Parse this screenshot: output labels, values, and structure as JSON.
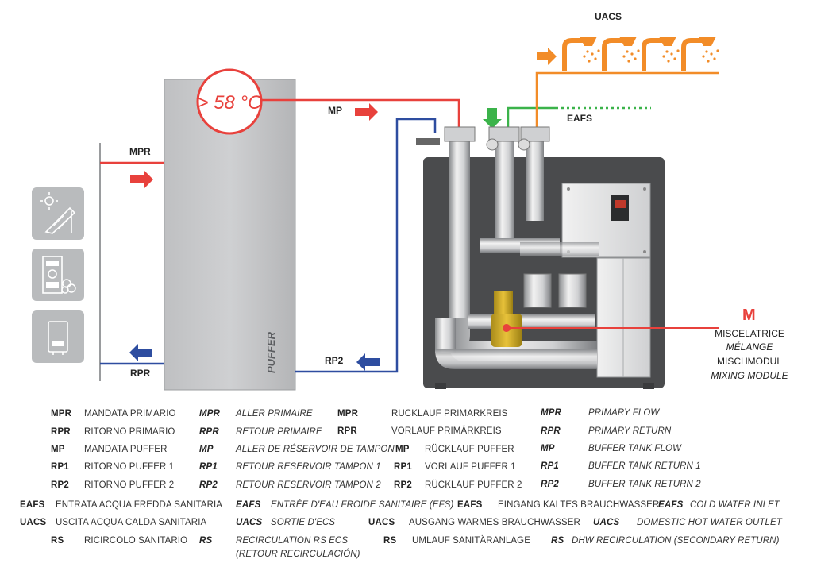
{
  "diagram": {
    "temperature": "> 58 °C",
    "tank_label": "PUFFER",
    "labels": {
      "mpr": "MPR",
      "rpr": "RPR",
      "mp": "MP",
      "rp2": "RP2",
      "eafs": "EAFS",
      "uacs": "UACS",
      "m": "M"
    },
    "module_names": [
      "MISCELATRICE",
      "MÉLANGE",
      "MISCHMODUL",
      "MIXING MODULE"
    ],
    "heat_sources": [
      "solar-panel-icon",
      "boiler-icon",
      "wall-boiler-icon"
    ],
    "colors": {
      "flow": "#e8413c",
      "return": "#2e4da0",
      "cold_water": "#3bb34a",
      "hot_water": "#f28c28",
      "module_cabinet": "#4a4b4d",
      "tank": "#c6c7c9"
    }
  },
  "legend": {
    "col_it": [
      {
        "abbr": "MPR",
        "text": "MANDATA PRIMARIO"
      },
      {
        "abbr": "RPR",
        "text": "RITORNO PRIMARIO"
      },
      {
        "abbr": "MP",
        "text": "MANDATA PUFFER"
      },
      {
        "abbr": "RP1",
        "text": "RITORNO PUFFER 1"
      },
      {
        "abbr": "RP2",
        "text": "RITORNO PUFFER 2"
      }
    ],
    "col_fr": [
      {
        "abbr": "MPR",
        "text": "ALLER PRIMAIRE"
      },
      {
        "abbr": "RPR",
        "text": "RETOUR PRIMAIRE"
      },
      {
        "abbr": "MP",
        "text": "ALLER DE RÉSERVOIR DE TAMPON"
      },
      {
        "abbr": "RP1",
        "text": "RETOUR RESERVOIR TAMPON 1"
      },
      {
        "abbr": "RP2",
        "text": "RETOUR RESERVOIR TAMPON 2"
      }
    ],
    "col_de": [
      {
        "abbr": "MPR",
        "text": "RUCKLAUF PRIMARKREIS"
      },
      {
        "abbr": "RPR",
        "text": "VORLAUF PRIMÄRKREIS"
      },
      {
        "abbr": "MP",
        "text": "RÜCKLAUF PUFFER"
      },
      {
        "abbr": "RP1",
        "text": "VORLAUF PUFFER 1"
      },
      {
        "abbr": "RP2",
        "text": "RÜCKLAUF PUFFER 2"
      }
    ],
    "col_en": [
      {
        "abbr": "MPR",
        "text": "PRIMARY FLOW"
      },
      {
        "abbr": "RPR",
        "text": "PRIMARY RETURN"
      },
      {
        "abbr": "MP",
        "text": "BUFFER TANK FLOW"
      },
      {
        "abbr": "RP1",
        "text": "BUFFER TANK RETURN 1"
      },
      {
        "abbr": "RP2",
        "text": "BUFFER TANK RETURN 2"
      }
    ],
    "row_eafs": [
      {
        "abbr": "EAFS",
        "text": "ENTRATA ACQUA FREDDA SANITARIA"
      },
      {
        "abbr": "EAFS",
        "text": "ENTRÉE D'EAU FROIDE SANITAIRE (EFS)"
      },
      {
        "abbr": "EAFS",
        "text": "EINGANG KALTES BRAUCHWASSER"
      },
      {
        "abbr": "EAFS",
        "text": "COLD WATER INLET"
      }
    ],
    "row_uacs": [
      {
        "abbr": "UACS",
        "text": "USCITA ACQUA CALDA SANITARIA"
      },
      {
        "abbr": "UACS",
        "text": "SORTIE D'ECS"
      },
      {
        "abbr": "UACS",
        "text": "AUSGANG WARMES BRAUCHWASSER"
      },
      {
        "abbr": "UACS",
        "text": "DOMESTIC HOT WATER OUTLET"
      }
    ],
    "row_rs": [
      {
        "abbr": "RS",
        "text": "RICIRCOLO SANITARIO"
      },
      {
        "abbr": "RS",
        "text": "RECIRCULATION RS ECS"
      },
      {
        "abbr": "RS",
        "text": "UMLAUF SANITÄRANLAGE"
      },
      {
        "abbr": "RS",
        "text": "DHW RECIRCULATION (SECONDARY  RETURN)"
      }
    ],
    "row_rs_extra": "(RETOUR RECIRCULACIÓN)"
  }
}
